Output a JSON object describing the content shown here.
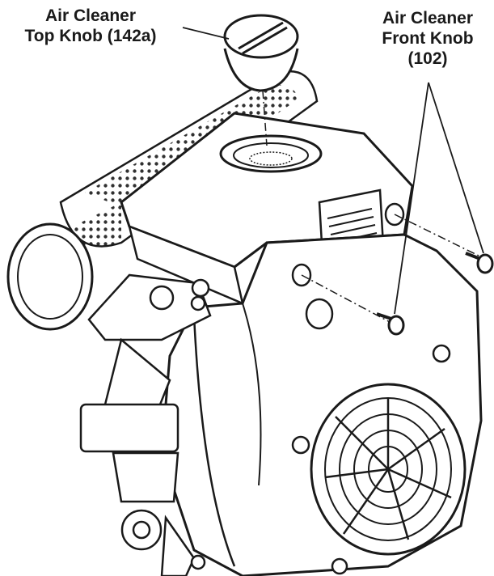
{
  "labels": {
    "top_knob": {
      "line1": "Air Cleaner",
      "line2": "Top Knob (142a)"
    },
    "front_knob": {
      "line1": "Air Cleaner",
      "line2": "Front Knob",
      "line3": "(102)"
    }
  },
  "colors": {
    "ink": "#1a1a1a",
    "background": "#ffffff",
    "shade": "#d9d9d9"
  }
}
